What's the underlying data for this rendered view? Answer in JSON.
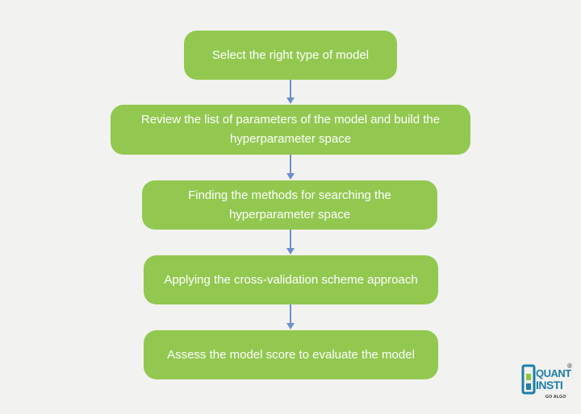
{
  "steps": [
    {
      "label": "Select the right type of model"
    },
    {
      "label": "Review the list of parameters of the model and build the hyperparameter space"
    },
    {
      "label": "Finding the methods for searching the hyperparameter space"
    },
    {
      "label": "Applying the cross-validation scheme approach"
    },
    {
      "label": "Assess the model score to evaluate the model"
    }
  ],
  "logo": {
    "line1": "QUANT",
    "line2": "INSTI",
    "tagline": "GO ALGO",
    "mark": "®"
  },
  "colors": {
    "box_fill": "#92c850",
    "box_text": "#ffffff",
    "arrow": "#6a8fcf",
    "background": "#f2f2f0",
    "logo_blue": "#1f7ea8",
    "logo_green": "#8cc63f"
  }
}
